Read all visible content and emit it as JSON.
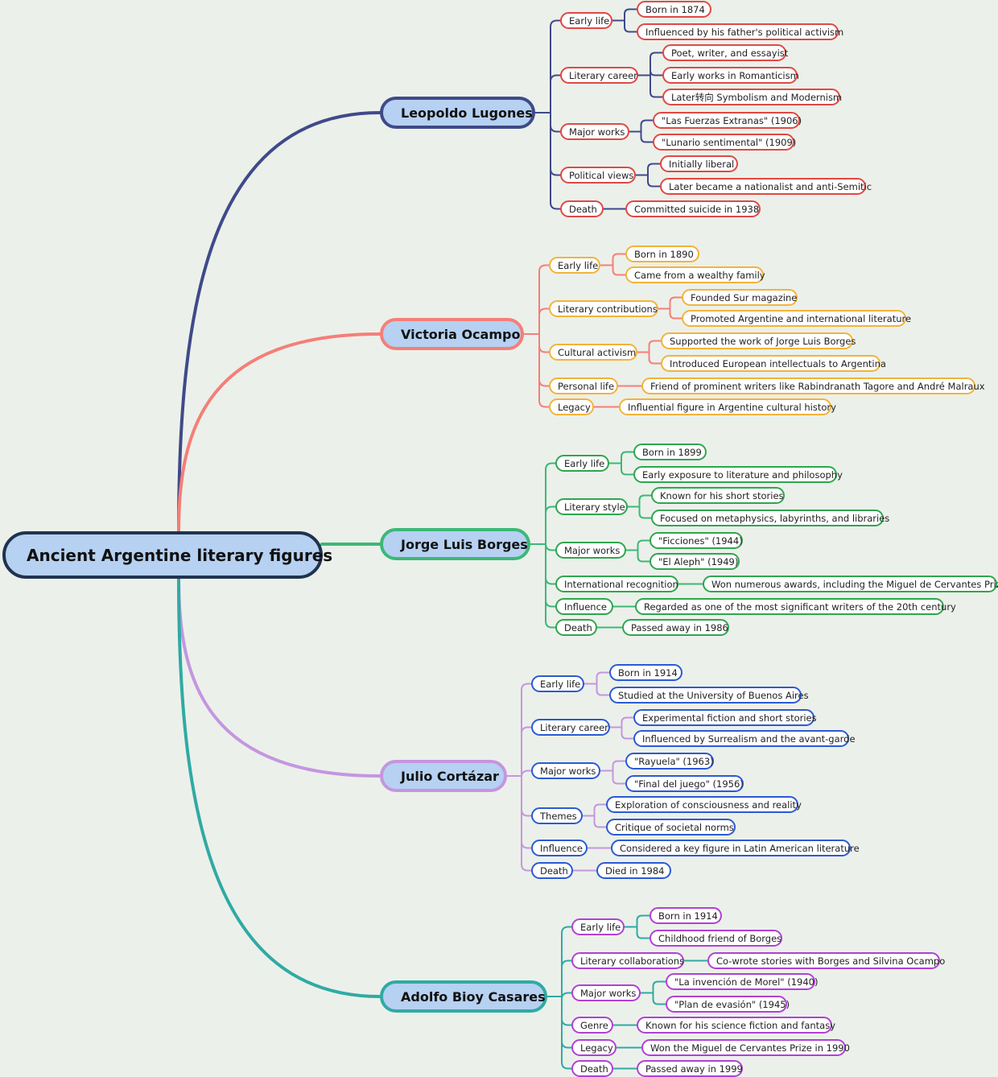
{
  "root": "Ancient Argentine literary figures",
  "branches": [
    {
      "name": "Leopoldo Lugones",
      "line_color": "#3f4a8a",
      "node_color": "#e04844",
      "topics": [
        {
          "label": "Early life",
          "details": [
            "Born in 1874",
            "Influenced by his father's political activism"
          ]
        },
        {
          "label": "Literary career",
          "details": [
            "Poet, writer, and essayist",
            "Early works in Romanticism",
            "Later转向 Symbolism and Modernism"
          ]
        },
        {
          "label": "Major works",
          "details": [
            "\"Las Fuerzas Extranas\" (1906)",
            "\"Lunario sentimental\" (1909)"
          ]
        },
        {
          "label": "Political views",
          "details": [
            "Initially liberal",
            "Later became a nationalist and anti-Semitic"
          ]
        },
        {
          "label": "Death",
          "details": [
            "Committed suicide in 1938"
          ]
        }
      ]
    },
    {
      "name": "Victoria Ocampo",
      "line_color": "#f47f78",
      "node_color": "#f2b33a",
      "topics": [
        {
          "label": "Early life",
          "details": [
            "Born in 1890",
            "Came from a wealthy family"
          ]
        },
        {
          "label": "Literary contributions",
          "details": [
            "Founded Sur magazine",
            "Promoted Argentine and international literature"
          ]
        },
        {
          "label": "Cultural activism",
          "details": [
            "Supported the work of Jorge Luis Borges",
            "Introduced European intellectuals to Argentina"
          ]
        },
        {
          "label": "Personal life",
          "details": [
            "Friend of prominent writers like Rabindranath Tagore and André Malraux"
          ]
        },
        {
          "label": "Legacy",
          "details": [
            "Influential figure in Argentine cultural history"
          ]
        }
      ]
    },
    {
      "name": "Jorge Luis Borges",
      "line_color": "#3cb878",
      "node_color": "#2ea64e",
      "topics": [
        {
          "label": "Early life",
          "details": [
            "Born in 1899",
            "Early exposure to literature and philosophy"
          ]
        },
        {
          "label": "Literary style",
          "details": [
            "Known for his short stories",
            "Focused on metaphysics, labyrinths, and libraries"
          ]
        },
        {
          "label": "Major works",
          "details": [
            "\"Ficciones\" (1944)",
            "\"El Aleph\" (1949)"
          ]
        },
        {
          "label": "International recognition",
          "details": [
            "Won numerous awards, including the Miguel de Cervantes Prize"
          ]
        },
        {
          "label": "Influence",
          "details": [
            "Regarded as one of the most significant writers of the 20th century"
          ]
        },
        {
          "label": "Death",
          "details": [
            "Passed away in 1986"
          ]
        }
      ]
    },
    {
      "name": "Julio Cortázar",
      "line_color": "#c496e0",
      "node_color": "#2a5ad4",
      "topics": [
        {
          "label": "Early life",
          "details": [
            "Born in 1914",
            "Studied at the University of Buenos Aires"
          ]
        },
        {
          "label": "Literary career",
          "details": [
            "Experimental fiction and short stories",
            "Influenced by Surrealism and the avant-garde"
          ]
        },
        {
          "label": "Major works",
          "details": [
            "\"Rayuela\" (1963)",
            "\"Final del juego\" (1956)"
          ]
        },
        {
          "label": "Themes",
          "details": [
            "Exploration of consciousness and reality",
            "Critique of societal norms"
          ]
        },
        {
          "label": "Influence",
          "details": [
            "Considered a key figure in Latin American literature"
          ]
        },
        {
          "label": "Death",
          "details": [
            "Died in 1984"
          ]
        }
      ]
    },
    {
      "name": "Adolfo Bioy Casares",
      "line_color": "#30aaa4",
      "node_color": "#b140d6",
      "topics": [
        {
          "label": "Early life",
          "details": [
            "Born in 1914",
            "Childhood friend of Borges"
          ]
        },
        {
          "label": "Literary collaborations",
          "details": [
            "Co-wrote stories with Borges and Silvina Ocampo"
          ]
        },
        {
          "label": "Major works",
          "details": [
            "\"La invención de Morel\" (1940)",
            "\"Plan de evasión\" (1945)"
          ]
        },
        {
          "label": "Genre",
          "details": [
            "Known for his science fiction and fantasy"
          ]
        },
        {
          "label": "Legacy",
          "details": [
            "Won the Miguel de Cervantes Prize in 1990"
          ]
        },
        {
          "label": "Death",
          "details": [
            "Passed away in 1999"
          ]
        }
      ]
    }
  ]
}
